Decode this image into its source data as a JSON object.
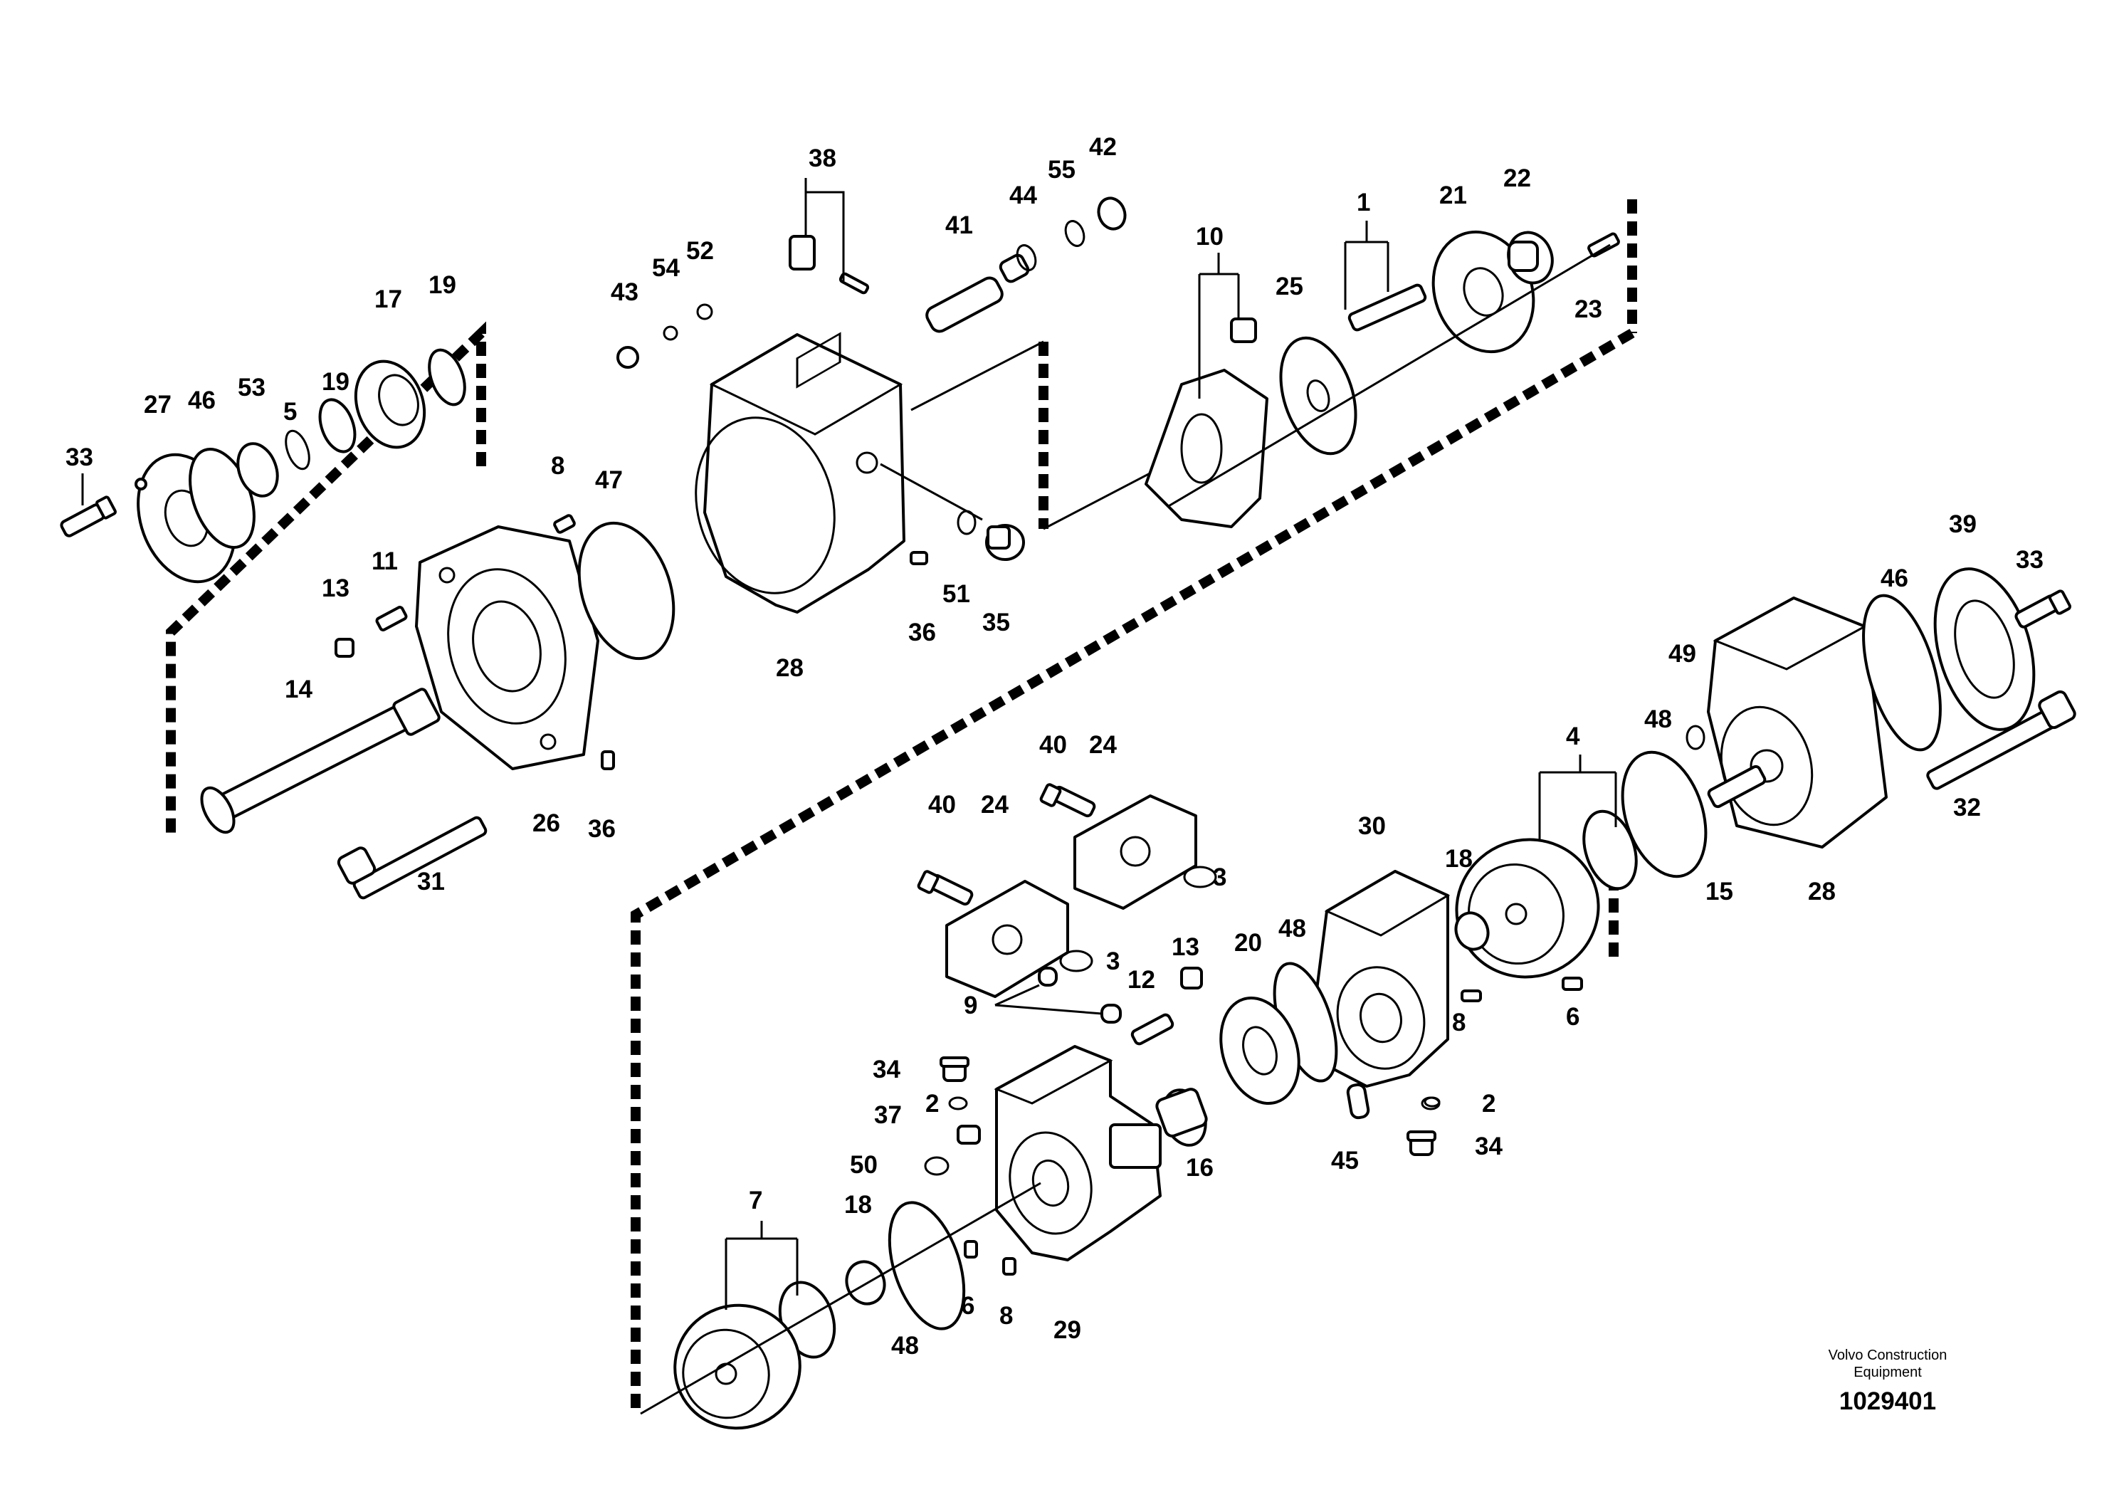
{
  "callouts": [
    "1",
    "2",
    "3",
    "4",
    "5",
    "6",
    "7",
    "8",
    "9",
    "10",
    "11",
    "12",
    "13",
    "14",
    "15",
    "16",
    "17",
    "18",
    "19",
    "20",
    "21",
    "22",
    "23",
    "24",
    "25",
    "26",
    "27",
    "28",
    "29",
    "30",
    "31",
    "32",
    "33",
    "34",
    "35",
    "36",
    "37",
    "38",
    "39",
    "40",
    "41",
    "42",
    "43",
    "44",
    "45",
    "46",
    "47",
    "48",
    "49",
    "50",
    "51",
    "52",
    "53",
    "54",
    "55"
  ],
  "caption": {
    "line1": "Volvo Construction",
    "line2": "Equipment",
    "reference": "1029401"
  }
}
